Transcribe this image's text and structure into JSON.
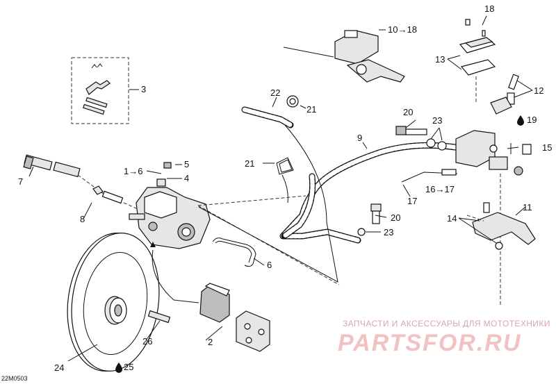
{
  "diagram_code": "22M0503",
  "callouts": {
    "c1": "1→6",
    "c2": "2",
    "c3": "3",
    "c4": "4",
    "c5": "5",
    "c6": "6",
    "c7": "7",
    "c8": "8",
    "c9": "9",
    "c10": "10→18",
    "c11": "11",
    "c12": "12",
    "c13": "13",
    "c14": "14",
    "c15": "15",
    "c16": "16→17",
    "c17": "17",
    "c18": "18",
    "c19": "19",
    "c20a": "20",
    "c20b": "20",
    "c21a": "21",
    "c21b": "21",
    "c22": "22",
    "c23a": "23",
    "c23b": "23",
    "c24": "24",
    "c25": "25",
    "c26": "26"
  },
  "watermark": {
    "line1": "ЗАПЧАСТИ И АКСЕССУАРЫ ДЛЯ МОТОТЕХНИКИ",
    "line2": "PARTSFOR.RU"
  },
  "icons": [
    "oil-drop-icon"
  ]
}
